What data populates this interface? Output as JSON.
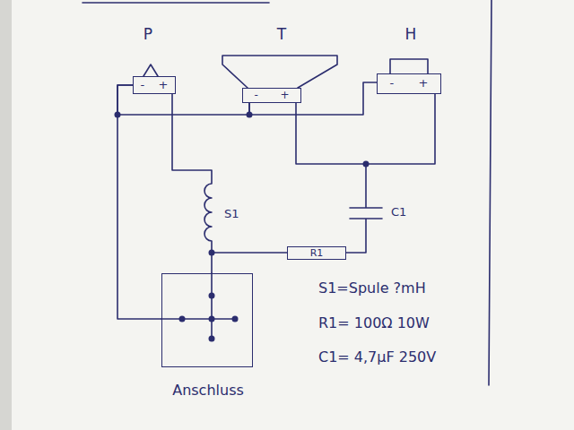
{
  "diagram": {
    "nodes": [
      {
        "text": [
          "P",
          "-",
          "+"
        ]
      },
      {
        "text": [
          "T",
          "-",
          "+"
        ]
      },
      {
        "text": [
          "H",
          "-",
          "+"
        ]
      },
      {
        "text": [
          "R1"
        ]
      },
      {
        "text": [
          "Anschluss"
        ]
      }
    ],
    "edges": [
      {
        "from": 0,
        "to": 1,
        "arrow": "none"
      },
      {
        "from": 1,
        "to": 2,
        "arrow": "none"
      },
      {
        "from": 0,
        "to": 4,
        "arrow": "none"
      },
      {
        "from": 1,
        "to": 2,
        "arrow": "none"
      },
      {
        "from": 3,
        "to": 4,
        "arrow": "none"
      }
    ],
    "labels": [
      "S1",
      "C1",
      "S1=Spule ?mH",
      "R1= 100Ω 10W",
      "C1= 4,7µF 250V"
    ]
  }
}
